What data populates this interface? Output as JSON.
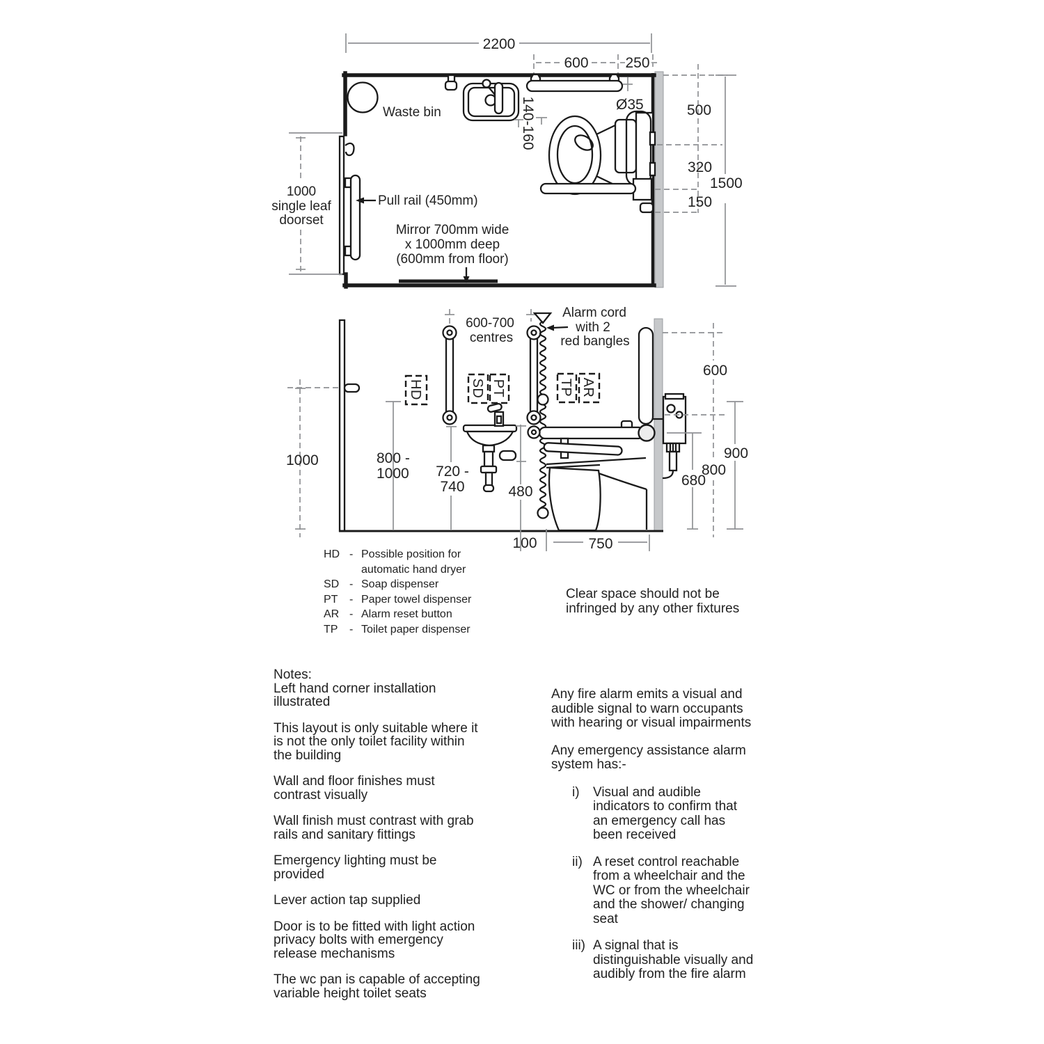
{
  "colors": {
    "wall_fill": "#c6c8ca",
    "line": "#1a1a1a",
    "dim_gray": "#8f9194"
  },
  "plan": {
    "dim_width": "2200",
    "dim_rail": "600",
    "dim_rail_wall": "250",
    "dia": "Ø35",
    "dim_500": "500",
    "dim_320": "320",
    "dim_1500": "1500",
    "dim_150": "150",
    "dim_140_160": "140-160",
    "waste_bin": "Waste bin",
    "pull_rail": "Pull rail (450mm)",
    "mirror_l1": "Mirror 700mm wide",
    "mirror_l2": "x 1000mm deep",
    "mirror_l3": "(600mm from floor)",
    "door_l1": "1000",
    "door_l2": "single leaf",
    "door_l3": "doorset"
  },
  "elevation": {
    "centres_l1": "600-700",
    "centres_l2": "centres",
    "alarm_l1": "Alarm cord",
    "alarm_l2": "with 2",
    "alarm_l3": "red bangles",
    "dim_1000": "1000",
    "dim_800_1000_l1": "800 -",
    "dim_800_1000_l2": "1000",
    "dim_720_740_l1": "720 -",
    "dim_720_740_l2": "740",
    "dim_480": "480",
    "dim_100": "100",
    "dim_750": "750",
    "dim_600": "600",
    "dim_900": "900",
    "dim_800": "800",
    "dim_680": "680",
    "tag_hd": "HD",
    "tag_sd": "SD",
    "tag_pt": "PT",
    "tag_tp": "TP",
    "tag_ar": "AR"
  },
  "legend": {
    "items": [
      {
        "code": "HD",
        "dash": "-",
        "desc": "Possible position for\nautomatic hand dryer"
      },
      {
        "code": "SD",
        "dash": "-",
        "desc": "Soap dispenser"
      },
      {
        "code": "PT",
        "dash": "-",
        "desc": "Paper towel dispenser"
      },
      {
        "code": "AR",
        "dash": "-",
        "desc": "Alarm reset button"
      },
      {
        "code": "TP",
        "dash": "-",
        "desc": "Toilet paper dispenser"
      }
    ]
  },
  "clear_space_note": "Clear space should not be\ninfringed by any other fixtures",
  "notes": {
    "heading": "Notes:",
    "items": [
      "Left hand corner installation\nillustrated",
      "This layout is only suitable where it\nis not the only toilet facility within\nthe building",
      "Wall and floor finishes must\ncontrast visually",
      "Wall finish must contrast with grab\nrails and sanitary fittings",
      "Emergency lighting must be\nprovided",
      "Lever action tap supplied",
      "Door is to be fitted with light action\nprivacy bolts with emergency\nrelease mechanisms",
      "The wc pan is capable of accepting\nvariable height toilet seats"
    ]
  },
  "alarm_info": {
    "para1": "Any fire alarm emits a visual and\naudible signal to warn occupants\nwith hearing or visual impairments",
    "para2": "Any emergency assistance alarm\nsystem has:-",
    "list": [
      {
        "num": "i)",
        "text": "Visual and audible\nindicators to confirm that\nan emergency call has\nbeen received"
      },
      {
        "num": "ii)",
        "text": "A reset control reachable\n from a wheelchair and the\nWC or from the wheelchair\nand the shower/ changing\nseat"
      },
      {
        "num": "iii)",
        "text": "A signal that is\ndistinguishable visually and\naudibly from the fire alarm"
      }
    ]
  }
}
